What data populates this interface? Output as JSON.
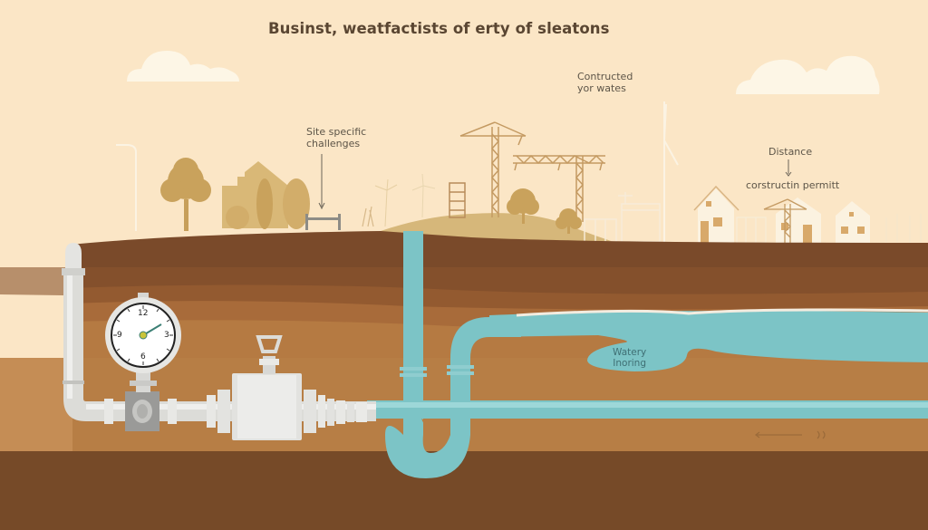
{
  "title": "Businst, weatfactists of erty of sleatons",
  "labels": {
    "constructed": {
      "line1": "Contructed",
      "line2": "yor wates"
    },
    "site": {
      "line1": "Site specific",
      "line2": "challenges"
    },
    "distance": "Distance",
    "permit": "corstructin permitt",
    "water": {
      "line1": "Watery",
      "line2": "Inoring"
    }
  },
  "gauge": {
    "marks": [
      "12",
      "3",
      "6",
      "9"
    ]
  },
  "colors": {
    "sky": "#fbe6c6",
    "topsoil": "#7a4a2a",
    "midsoil": "#a8693a",
    "lowsoil": "#b77e45",
    "bedrock": "#764a28",
    "water": "#7cc4c6",
    "pipe_metal": "#e2e2df",
    "scenery": "#c9a968"
  }
}
